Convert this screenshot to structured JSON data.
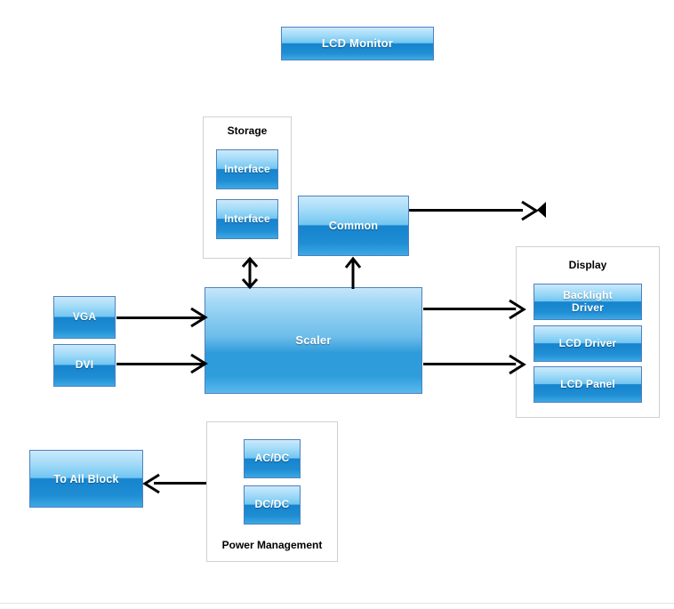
{
  "diagram": {
    "title": "LCD Monitor",
    "background": "#ffffff",
    "accent_blue": "#1e8fd5",
    "block_border": "#4f81bd",
    "group_border": "#d0d0d0",
    "line_color": "#000000",
    "blocks": {
      "lcd_monitor": "LCD Monitor",
      "storage_title": "Storage",
      "interface_1": "Interface",
      "interface_2": "Interface",
      "common": "Common",
      "vga": "VGA",
      "dvi": "DVI",
      "scaler": "Scaler",
      "display_title": "Display",
      "backlight_driver_line1": "Backlight",
      "backlight_driver_line2": "Driver",
      "lcd_driver": "LCD Driver",
      "lcd_panel": "LCD Panel",
      "power_management_title": "Power Management",
      "acdc": "AC/DC",
      "dcdc": "DC/DC",
      "to_all_block": "To All Block"
    },
    "icons": {
      "speaker": "speaker-icon"
    }
  }
}
